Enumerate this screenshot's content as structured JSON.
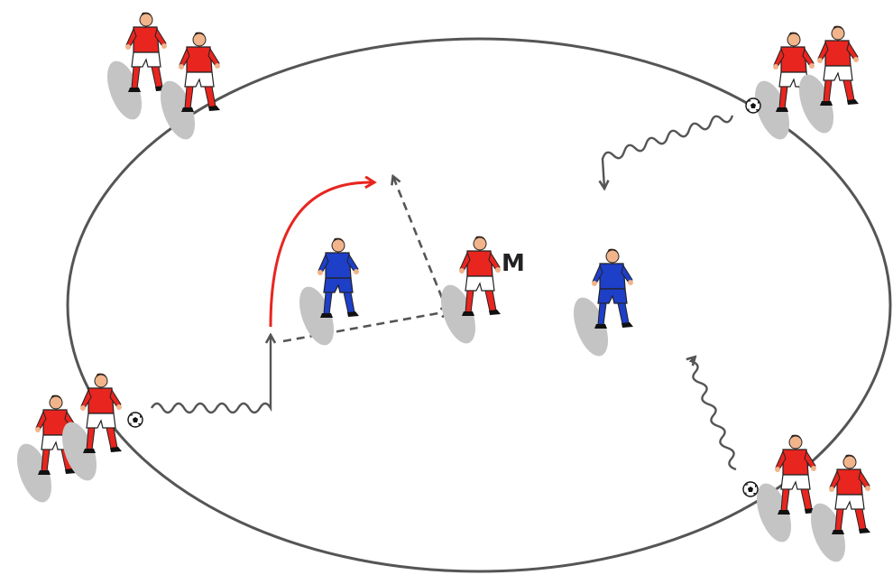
{
  "diagram": {
    "labels": {
      "midfielder": "M"
    },
    "colors": {
      "field_line": "#555555",
      "attacker_shirt": "#e8251f",
      "attacker_shorts": "#ffffff",
      "defender_shirt": "#1e3fc8",
      "defender_shorts": "#1e3fc8",
      "sock_red": "#e8251f",
      "skin": "#f2b48a",
      "hair": "#3a2418",
      "shadow": "#bdbdbd",
      "run_line": "#e8251f",
      "pass_line": "#555555",
      "dribble_line": "#555555"
    },
    "players": [
      {
        "id": "top-left-attacker-1",
        "team": "red"
      },
      {
        "id": "top-left-attacker-2",
        "team": "red"
      },
      {
        "id": "top-right-attacker-1",
        "team": "red"
      },
      {
        "id": "top-right-attacker-2",
        "team": "red"
      },
      {
        "id": "left-attacker-1",
        "team": "red"
      },
      {
        "id": "left-attacker-2",
        "team": "red"
      },
      {
        "id": "bottom-right-attacker-1",
        "team": "red"
      },
      {
        "id": "bottom-right-attacker-2",
        "team": "red"
      },
      {
        "id": "central-midfielder",
        "team": "red"
      },
      {
        "id": "defender-left",
        "team": "blue"
      },
      {
        "id": "defender-right",
        "team": "blue"
      }
    ],
    "balls": [
      "ball-top-right",
      "ball-left",
      "ball-bottom-right"
    ],
    "icons": {
      "player": "player-icon",
      "ball": "soccer-ball-icon",
      "dribble": "dribble-arrow-icon",
      "pass": "pass-arrow-icon",
      "run": "run-arrow-icon"
    }
  }
}
